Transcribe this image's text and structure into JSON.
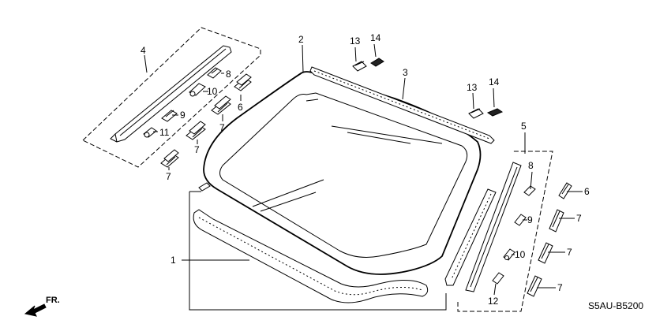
{
  "diagram_code": "S5AU-B5200",
  "direction_label": "FR.",
  "callouts": {
    "c1": "1",
    "c2": "2",
    "c3": "3",
    "c4": "4",
    "c5": "5",
    "c6a": "6",
    "c6b": "6",
    "c7a": "7",
    "c7b": "7",
    "c7c": "7",
    "c7d": "7",
    "c7e": "7",
    "c7f": "7",
    "c8a": "8",
    "c8b": "8",
    "c9a": "9",
    "c9b": "9",
    "c10a": "10",
    "c10b": "10",
    "c11": "11",
    "c12": "12",
    "c13a": "13",
    "c13b": "13",
    "c14a": "14",
    "c14b": "14"
  }
}
